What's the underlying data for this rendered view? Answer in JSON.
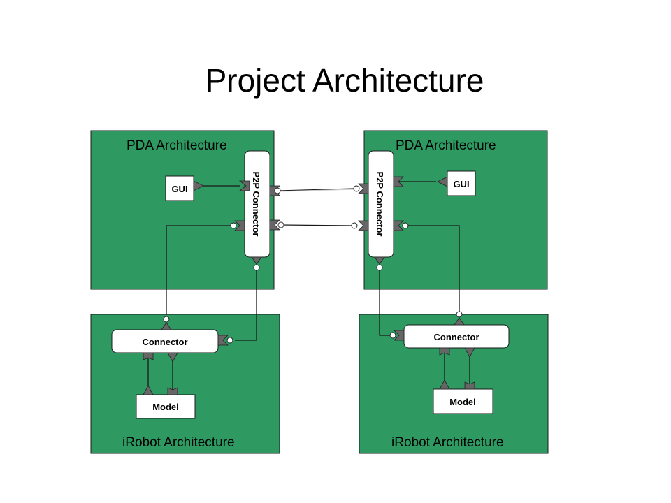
{
  "slide": {
    "title": "Project Architecture"
  },
  "diagram": {
    "panels": {
      "pda_left": "PDA Architecture",
      "pda_right": "PDA Architecture",
      "irobot_left": "iRobot Architecture",
      "irobot_right": "iRobot Architecture"
    },
    "components": {
      "gui_left": "GUI",
      "gui_right": "GUI",
      "p2p_left": "P2P Connector",
      "p2p_right": "P2P Connector",
      "connector_left": "Connector",
      "connector_right": "Connector",
      "model_left": "Model",
      "model_right": "Model"
    },
    "colors": {
      "panel_fill": "#2e9a62",
      "port_fill": "#666666",
      "box_fill": "#ffffff"
    }
  }
}
